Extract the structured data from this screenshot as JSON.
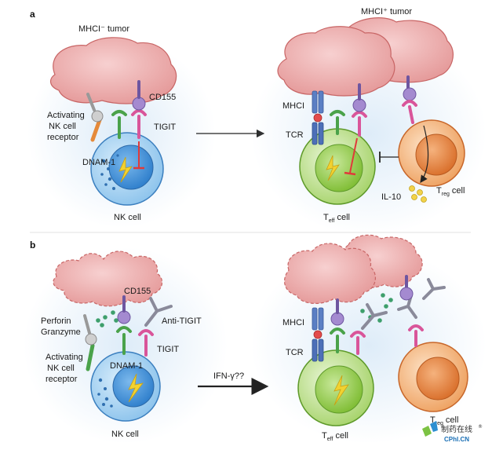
{
  "panel_a": {
    "letter": "a",
    "left": {
      "tumor": "MHCI⁻ tumor",
      "cd155": "CD155",
      "activating_receptor": [
        "Activating",
        "NK cell",
        "receptor"
      ],
      "tigit": "TIGIT",
      "dnam1": "DNAM-1",
      "nk_cell": "NK cell"
    },
    "right": {
      "tumor": "MHCI⁺ tumor",
      "mhci": "MHCI",
      "tcr": "TCR",
      "il10": "IL-10",
      "teff_main": "T",
      "teff_sub": "eff",
      "teff_tail": " cell",
      "treg_main": "T",
      "treg_sub": "reg",
      "treg_tail": " cell"
    }
  },
  "panel_b": {
    "letter": "b",
    "left": {
      "cd155": "CD155",
      "perforin": "Perforin",
      "granzyme": "Granzyme",
      "anti_tigit": "Anti-TIGIT",
      "activating_receptor": [
        "Activating",
        "NK cell",
        "receptor"
      ],
      "dnam1": "DNAM-1",
      "tigit": "TIGIT",
      "nk_cell": "NK cell"
    },
    "arrow_label": "IFN-γ??",
    "right": {
      "mhci": "MHCI",
      "tcr": "TCR",
      "teff_main": "T",
      "teff_sub": "eff",
      "teff_tail": " cell",
      "treg_main": "T",
      "treg_sub": "reg",
      "treg_tail": " cell"
    }
  },
  "watermark": {
    "cn": "制药在线",
    "en": "CPhI.CN",
    "mark": "®"
  },
  "colors": {
    "tumor": "#e9a3a3",
    "tumor_stroke": "#c86565",
    "nk_cell": "#a9d3f0",
    "nk_nucleus": "#3f8fd6",
    "teff_cell": "#b5dc7a",
    "teff_nucleus": "#8cc63f",
    "treg_cell": "#f3b37b",
    "treg_nucleus": "#e07b3a",
    "glow": "#dcebf8",
    "receptor_purple": "#9b7bc4",
    "receptor_pink": "#d9559a",
    "receptor_green": "#4aa24a",
    "receptor_orange": "#e58a3a",
    "receptor_blue": "#5b7fc4",
    "inhibit_red": "#e03a3a",
    "granule_green": "#3e9f6c",
    "il10_yellow": "#f2d24a"
  }
}
